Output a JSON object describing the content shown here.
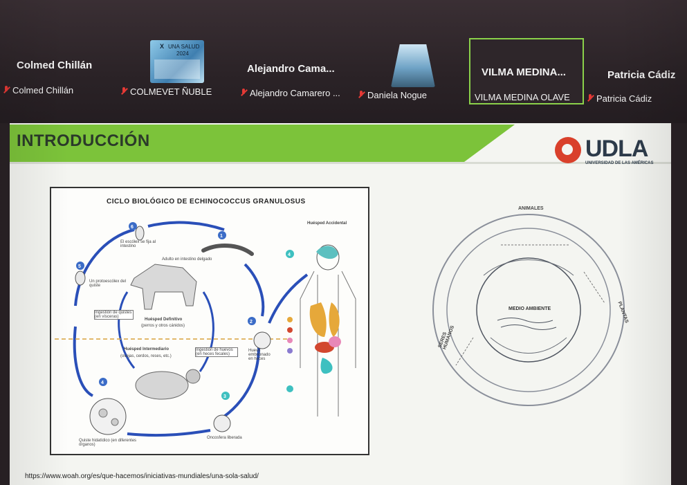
{
  "participants": [
    {
      "display": "Colmed Chillán",
      "name": "Colmed Chillán"
    },
    {
      "display": "",
      "name": "COLMEVET ÑUBLE"
    },
    {
      "display": "Alejandro Cama...",
      "name": "Alejandro Camarero ..."
    },
    {
      "display": "",
      "name": "Daniela Nogue"
    },
    {
      "display": "VILMA MEDINA...",
      "name": "VILMA MEDINA OLAVE"
    },
    {
      "display": "Patricia Cádiz",
      "name": "Patricia Cádiz"
    }
  ],
  "slide": {
    "title": "INTRODUCCIÓN",
    "logo_text": "UDLA",
    "logo_sub": "UNIVERSIDAD DE LAS AMÉRICAS",
    "diagram_title": "CICLO BIOLÓGICO DE ECHINOCOCCUS GRANULOSUS",
    "url": "https://www.woah.org/es/que-hacemos/iniciativas-mundiales/una-sola-salud/",
    "venn": {
      "center": "MEDIO AMBIENTE",
      "animales": "ANIMALES",
      "plantas": "PLANTAS",
      "humanos": "SERES HUMANOS"
    },
    "diagram_labels": {
      "l1": "Adulto en intestino delgado",
      "l2": "Huevo embrionado en heces",
      "l3": "Oncosfera liberada",
      "l4": "Quiste hidatídico (en diferentes órganos)",
      "l5": "Un protoescólex del quiste",
      "l6": "El escólex se fija al intestino",
      "hd": "Huésped Definitivo",
      "hd_sub": "(perros y otros cánidos)",
      "hi": "Huésped Intermediario",
      "hi_sub": "(ovejas, cerdos, reses, etc.)",
      "hacc": "Huésped Accidental",
      "ing_q": "Ingestión de quistes (en vísceras)",
      "ing_h": "Ingestión de huevos (en heces fecales)"
    }
  },
  "colors": {
    "accent_green": "#7cc33a",
    "active_border": "#8bd24a",
    "brand_red": "#d9402b"
  }
}
